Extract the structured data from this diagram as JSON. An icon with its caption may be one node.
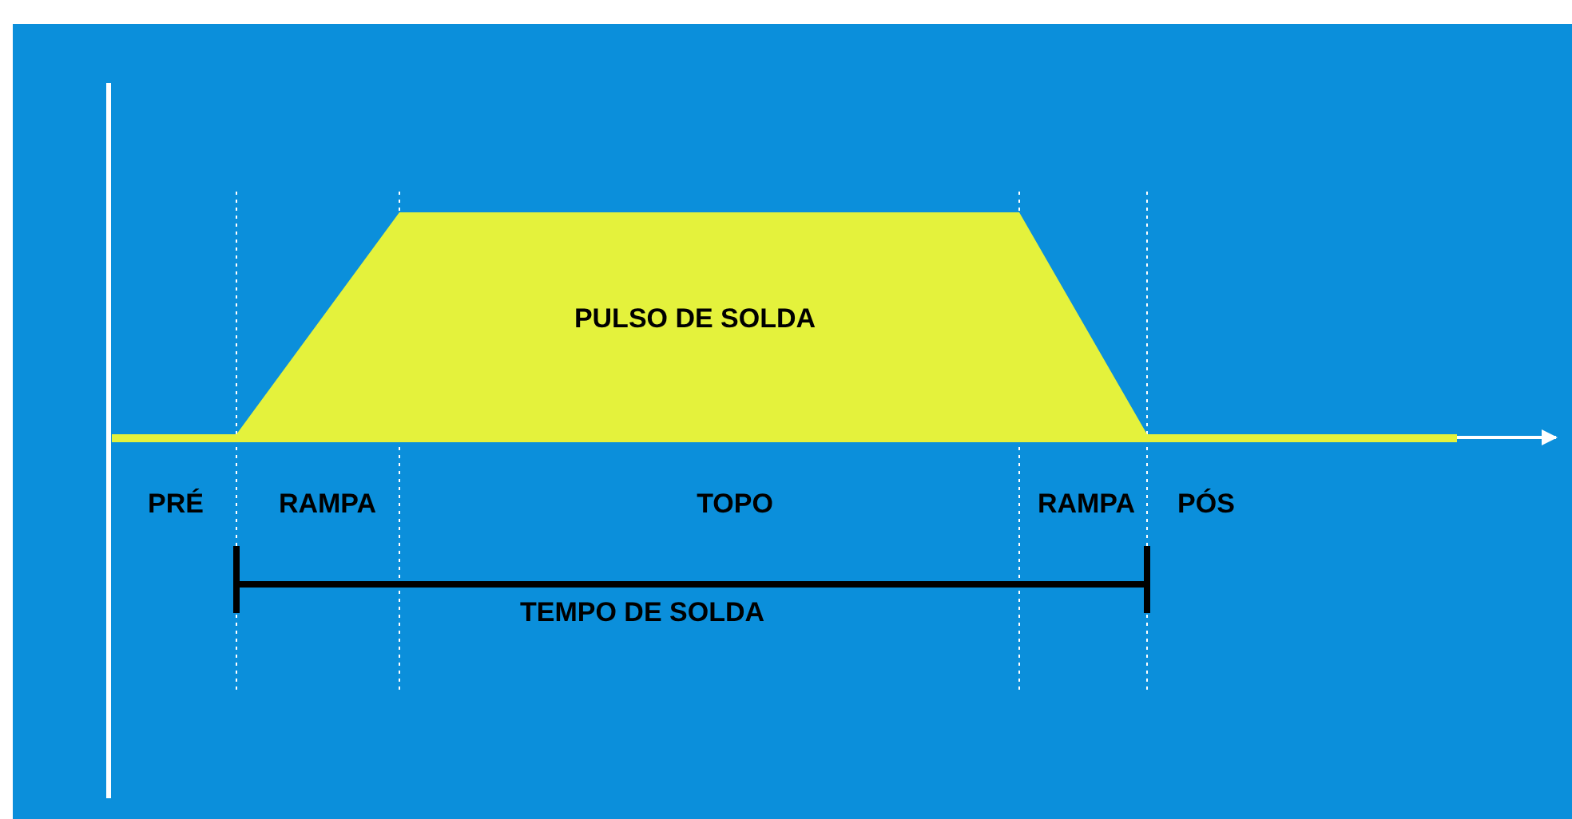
{
  "diagram": {
    "labels": [
      "PULSO DE SOLDA",
      "PRÉ",
      "RAMPA",
      "TOPO",
      "RAMPA",
      "PÓS",
      "TEMPO DE SOLDA"
    ]
  }
}
